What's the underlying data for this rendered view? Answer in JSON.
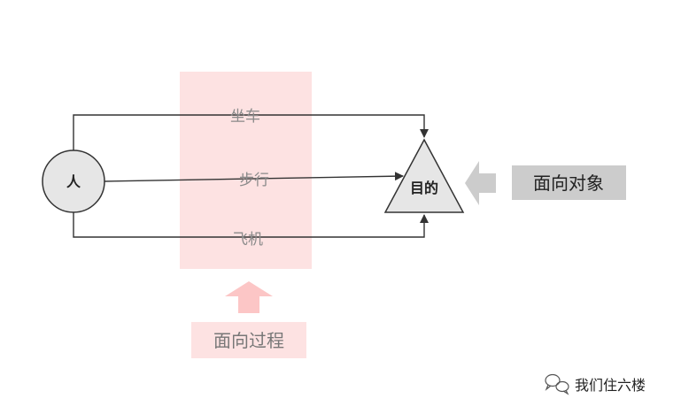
{
  "diagram": {
    "source_node": {
      "label": "人"
    },
    "target_node": {
      "label": "目的"
    },
    "routes": [
      {
        "label": "坐车"
      },
      {
        "label": "步行"
      },
      {
        "label": "飞机"
      }
    ],
    "process_callout": {
      "label": "面向过程"
    },
    "object_callout": {
      "label": "面向对象"
    }
  },
  "watermark": {
    "icon": "wechat-icon",
    "text": "我们住六楼"
  },
  "colors": {
    "line": "#333333",
    "node_fill": "#e6e6e6",
    "process_highlight": "#fde2e2",
    "process_arrow": "#fcc6c6",
    "process_box": "#fde2e2",
    "process_text": "#777777",
    "object_arrow": "#cccccc",
    "object_box": "#cccccc",
    "object_text": "#222222"
  }
}
